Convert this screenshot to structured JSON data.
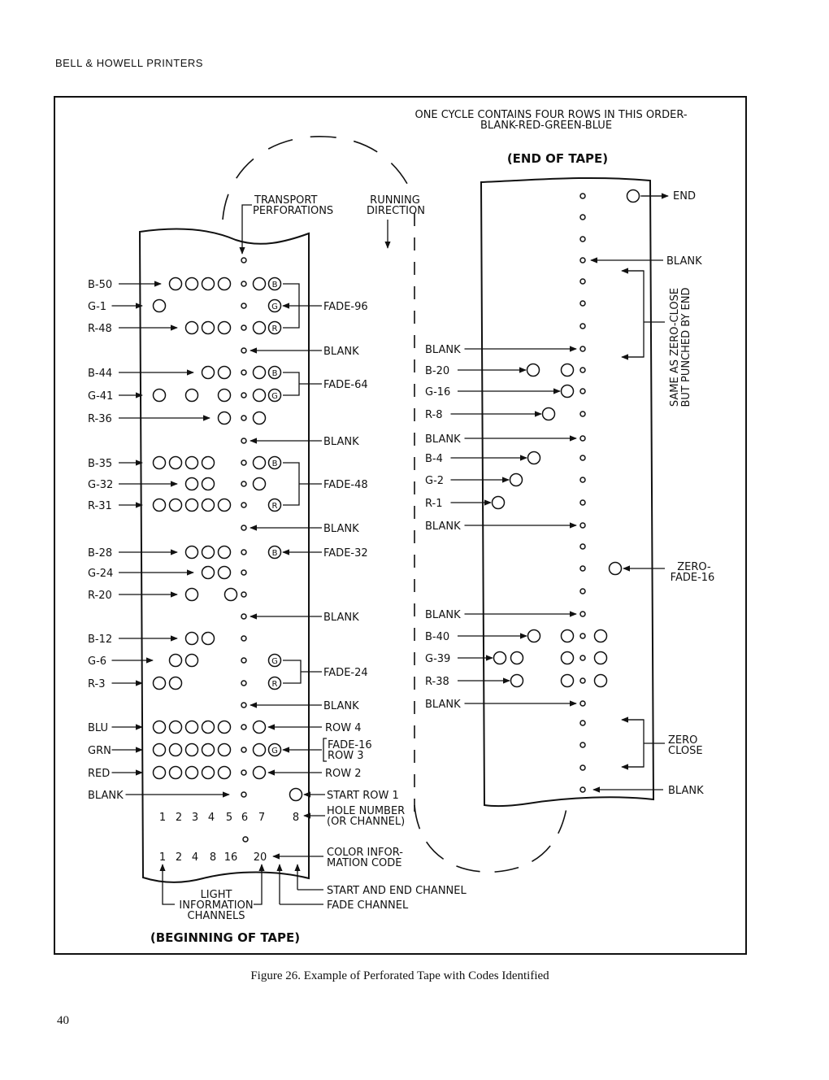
{
  "page": {
    "header": "BELL & HOWELL PRINTERS",
    "caption": "Figure 26. Example of Perforated Tape with Codes Identified",
    "page_number": "40"
  },
  "figure": {
    "cycle_note_1": "ONE CYCLE CONTAINS FOUR ROWS IN THIS ORDER-",
    "cycle_note_2": "BLANK-RED-GREEN-BLUE",
    "end_of_tape": "(END OF TAPE)",
    "beginning_of_tape": "(BEGINNING OF TAPE)",
    "transport_1": "TRANSPORT",
    "transport_2": "PERFORATIONS",
    "running_1": "RUNNING",
    "running_2": "DIRECTION",
    "hole_numbers": [
      "1",
      "2",
      "3",
      "4",
      "5",
      "6",
      "7",
      "8"
    ],
    "info_codes": [
      "1",
      "2",
      "4",
      "8",
      "16",
      "20"
    ],
    "left_labels": [
      "B-50",
      "G-1",
      "R-48",
      "B-44",
      "G-41",
      "R-36",
      "B-35",
      "G-32",
      "R-31",
      "B-28",
      "G-24",
      "R-20",
      "B-12",
      "G-6",
      "R-3",
      "BLU",
      "GRN",
      "RED",
      "BLANK"
    ],
    "left_callouts": {
      "fade96": "FADE-96",
      "blank1": "BLANK",
      "fade64": "FADE-64",
      "blank2": "BLANK",
      "fade48": "FADE-48",
      "blank3": "BLANK",
      "fade32": "FADE-32",
      "blank4": "BLANK",
      "fade24": "FADE-24",
      "blank5": "BLANK",
      "row4": "ROW 4",
      "fade16": "FADE-16",
      "row3": "ROW 3",
      "row2": "ROW 2",
      "start_row1": "START ROW 1",
      "hole_number_1": "HOLE NUMBER",
      "hole_number_2": "(OR CHANNEL)",
      "color_info_1": "COLOR INFOR-",
      "color_info_2": "MATION CODE",
      "start_end_channel": "START AND END CHANNEL",
      "fade_channel": "FADE CHANNEL",
      "light_1": "LIGHT",
      "light_2": "INFORMATION",
      "light_3": "CHANNELS"
    },
    "right_labels": [
      "BLANK",
      "B-20",
      "G-16",
      "R-8",
      "BLANK",
      "B-4",
      "G-2",
      "R-1",
      "BLANK",
      "BLANK",
      "B-40",
      "G-39",
      "R-38",
      "BLANK"
    ],
    "right_callouts": {
      "end": "END",
      "blank_top": "BLANK",
      "zero_close_end_1": "SAME AS ZERO-CLOSE",
      "zero_close_end_2": "BUT PUNCHED BY END",
      "zero_fade_1": "ZERO-",
      "zero_fade_2": "FADE-16",
      "zero_close_1": "ZERO",
      "zero_close_2": "CLOSE",
      "blank_bottom": "BLANK"
    },
    "hole_letters": {
      "b": "B",
      "g": "G",
      "r": "R"
    }
  }
}
